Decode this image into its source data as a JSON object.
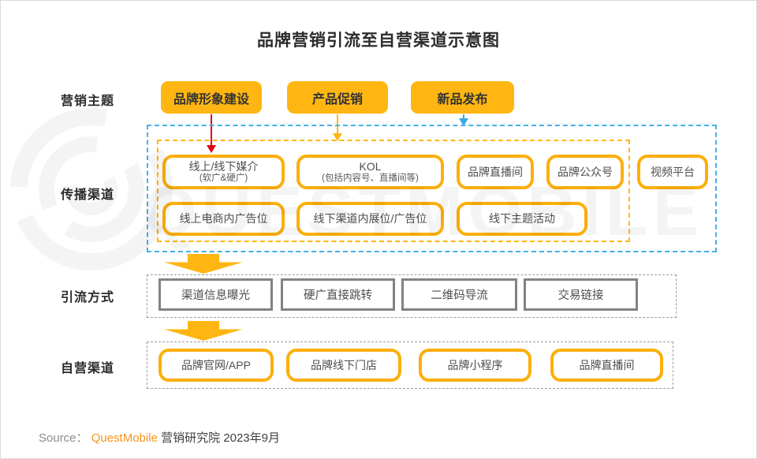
{
  "page": {
    "title": "品牌营销引流至自营渠道示意图",
    "watermark_text": "QUESTMOBILE",
    "source": {
      "prefix": "Source：",
      "brand": "QuestMobile",
      "suffix": "营销研究院 2023年9月"
    }
  },
  "sections": {
    "theme": {
      "label": "营销主题",
      "buttons": [
        {
          "label": "品牌形象建设"
        },
        {
          "label": "产品促销"
        },
        {
          "label": "新品发布"
        }
      ]
    },
    "spread": {
      "label": "传播渠道",
      "row1": [
        {
          "main": "线上/线下媒介",
          "sub": "(软广&硬广)"
        },
        {
          "main": "KOL",
          "sub": "(包括内容号、直播间等)"
        },
        {
          "main": "品牌直播间"
        },
        {
          "main": "品牌公众号"
        }
      ],
      "outside_box": {
        "main": "视频平台"
      },
      "row2": [
        {
          "main": "线上电商内广告位"
        },
        {
          "main": "线下渠道内展位/广告位"
        },
        {
          "main": "线下主题活动"
        }
      ]
    },
    "diversion": {
      "label": "引流方式",
      "items": [
        "渠道信息曝光",
        "硬广直接跳转",
        "二维码导流",
        "交易链接"
      ]
    },
    "own": {
      "label": "自营渠道",
      "items": [
        "品牌官网/APP",
        "品牌线下门店",
        "品牌小程序",
        "品牌直播间"
      ]
    }
  },
  "colors": {
    "accent_yellow": "#FFB612",
    "arrow_red": "#E60012",
    "arrow_blue": "#36A9E1",
    "gray_box_border": "#828282",
    "brand_orange": "#F7941E"
  }
}
